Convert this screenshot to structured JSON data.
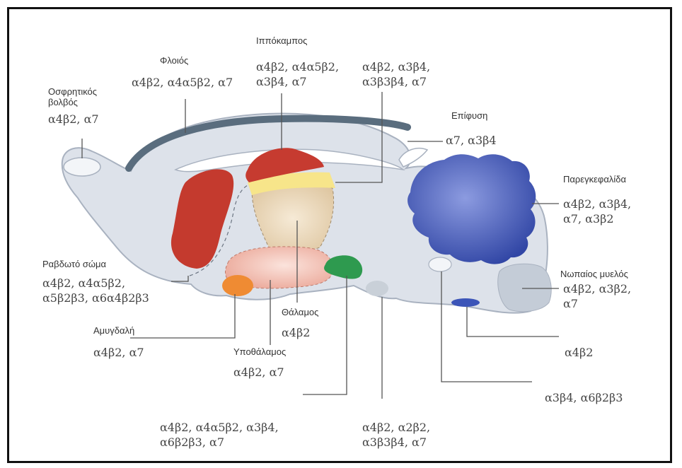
{
  "colors": {
    "brain_fill": "#dde2ea",
    "brain_edge": "#a9b2c0",
    "cortex": "#c43a2e",
    "hippocampus": "#c63b30",
    "hippo_band": "#f7e58a",
    "thalamus": "#dcc39c",
    "hypothalamus": "#e9a191",
    "amygdala": "#ef8b33",
    "vta": "#2e9a4f",
    "interpeduncular": "#c9d0d8",
    "cerebellum": "#3146a5",
    "medulla": "#c4ccd7",
    "corpus_callosum": "#5a6d7e",
    "leader_line": "#555555"
  },
  "labels": {
    "olfactory_bulb": {
      "name_1": "Οσφρητικός",
      "name_2": "βολβός",
      "subunits": "α4β2, α7"
    },
    "cortex": {
      "name": "Φλοιός",
      "subunits": "α4β2, α4α5β2, α7"
    },
    "hippocampus": {
      "name": "Ιππόκαμπος",
      "subunits_1": "α4β2, α4α5β2,",
      "subunits_2": "α3β4, α7"
    },
    "habenula": {
      "subunits_1": "α4β2, α3β4,",
      "subunits_2": "α3β3β4, α7"
    },
    "pineal": {
      "name": "Επίφυση",
      "subunits": "α7, α3β4"
    },
    "cerebellum": {
      "name": "Παρεγκεφαλίδα",
      "subunits_1": "α4β2, α3β4,",
      "subunits_2": "α7, α3β2"
    },
    "striatum": {
      "name": "Ραβδωτό σώμα",
      "subunits_1": "α4β2, α4α5β2,",
      "subunits_2": "α5β2β3, α6α4β2β3"
    },
    "medulla": {
      "name": "Νωπαίος μυελός",
      "subunits_1": "α4β2, α3β2,",
      "subunits_2": "α7"
    },
    "amygdala": {
      "name": "Αμυγδαλή",
      "subunits": "α4β2, α7"
    },
    "thalamus": {
      "name": "Θάλαμος",
      "subunits": "α4β2"
    },
    "hypothalamus": {
      "name": "Υποθάλαμος",
      "subunits": "α4β2, α7"
    },
    "pons_nucleus": {
      "subunits": "α4β2"
    },
    "locus": {
      "subunits": "α3β4, α6β2β3"
    },
    "vta": {
      "subunits_1": "α4β2, α4α5β2, α3β4,",
      "subunits_2": "α6β2β3, α7"
    },
    "interpeduncular": {
      "subunits_1": "α4β2, α2β2,",
      "subunits_2": "α3β3β4, α7"
    }
  }
}
